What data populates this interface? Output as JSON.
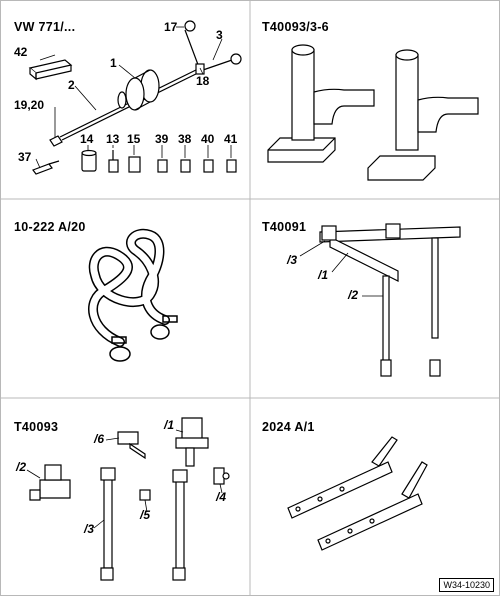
{
  "panels": [
    {
      "title": "VW 771/...",
      "labels": [
        "17",
        "3",
        "42",
        "1",
        "18",
        "2",
        "19,20",
        "14",
        "13",
        "15",
        "39",
        "38",
        "40",
        "41",
        "37"
      ]
    },
    {
      "title": "T40093/3-6",
      "labels": []
    },
    {
      "title": "10-222 A/20",
      "labels": []
    },
    {
      "title": "T40091",
      "labels": [
        "/3",
        "/1",
        "/2"
      ]
    },
    {
      "title": "T40093",
      "labels": [
        "/1",
        "/6",
        "/2",
        "/3",
        "/5",
        "/4"
      ]
    },
    {
      "title": "2024 A/1",
      "labels": []
    }
  ],
  "reference": "W34-10230",
  "colors": {
    "line": "#000000",
    "background": "#ffffff",
    "grid": "#b8b8b8"
  }
}
